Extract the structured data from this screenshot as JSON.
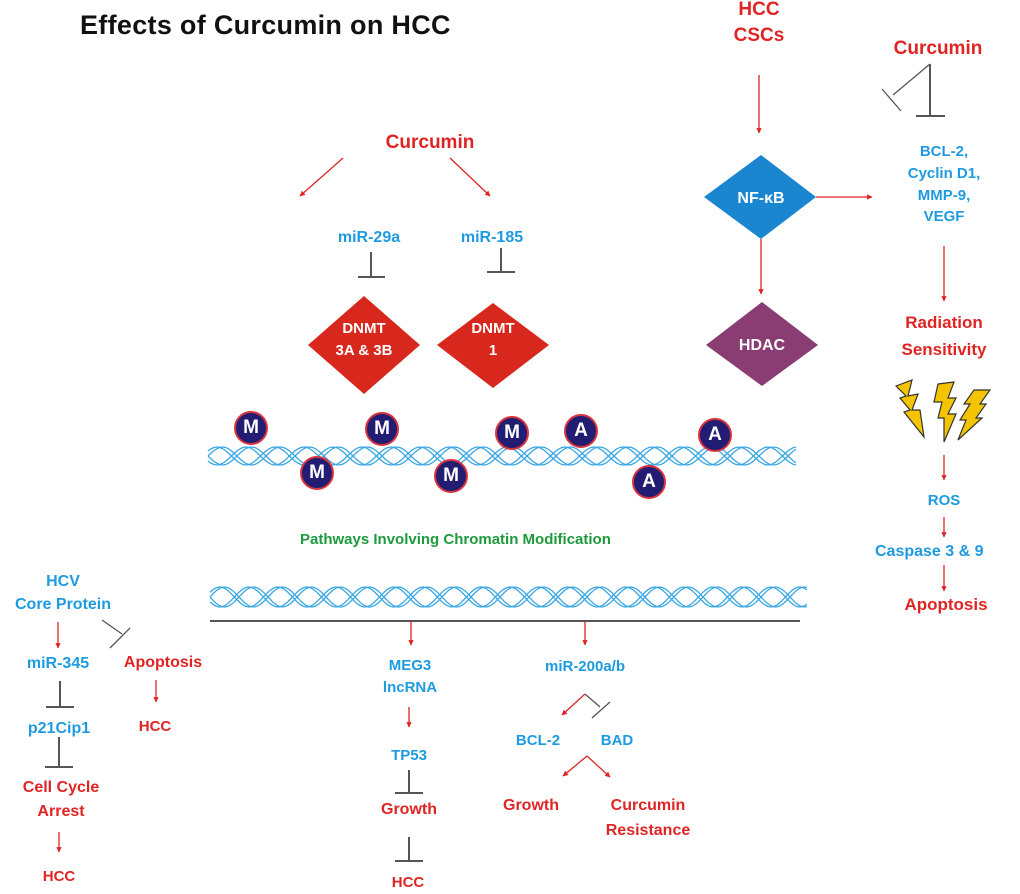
{
  "title": "Effects of Curcumin on HCC",
  "colors": {
    "activator_red": "#e02424",
    "gene_blue": "#1e9be0",
    "label_green": "#1d9a3e",
    "inhibit_gray": "#555555",
    "dnmt_red": "#d8281e",
    "nfkb_blue": "#1a86d0",
    "hdac_purple": "#8a3d72",
    "mark_navy": "#231c73",
    "dna_blue": "#3aa7e3",
    "bolt_yellow": "#f5c400"
  },
  "center_module": {
    "curcumin": "Curcumin",
    "mir29a": "miR-29a",
    "mir185": "miR-185",
    "dnmt3": [
      "DNMT",
      "3A & 3B"
    ],
    "dnmt1": [
      "DNMT",
      "1"
    ],
    "chromatin_marks": [
      "M",
      "M",
      "M",
      "M",
      "M",
      "A",
      "A",
      "A"
    ],
    "chromatin_label": "Pathways Involving Chromatin Modification"
  },
  "right_module": {
    "hcc_cscs": [
      "HCC",
      "CSCs"
    ],
    "nfkb": "NF-κB",
    "hdac": "HDAC",
    "curcumin": "Curcumin",
    "targets": [
      "BCL-2,",
      "Cyclin D1,",
      "MMP-9,",
      "VEGF"
    ],
    "radiation": [
      "Radiation",
      "Sensitivity"
    ],
    "ros": "ROS",
    "caspase": "Caspase 3 & 9",
    "apoptosis": "Apoptosis"
  },
  "left_module": {
    "hcv": [
      "HCV",
      "Core Protein"
    ],
    "mir345": "miR-345",
    "apoptosis": "Apoptosis",
    "hcc_a": "HCC",
    "p21": "p21Cip1",
    "cell_cycle": [
      "Cell Cycle",
      "Arrest"
    ],
    "hcc_b": "HCC"
  },
  "meg3_module": {
    "meg3": [
      "MEG3",
      "lncRNA"
    ],
    "tp53": "TP53",
    "growth": "Growth",
    "hcc": "HCC"
  },
  "mir200_module": {
    "mir200": "miR-200a/b",
    "bcl2": "BCL-2",
    "bad": "BAD",
    "growth": "Growth",
    "resistance": [
      "Curcumin",
      "Resistance"
    ]
  }
}
